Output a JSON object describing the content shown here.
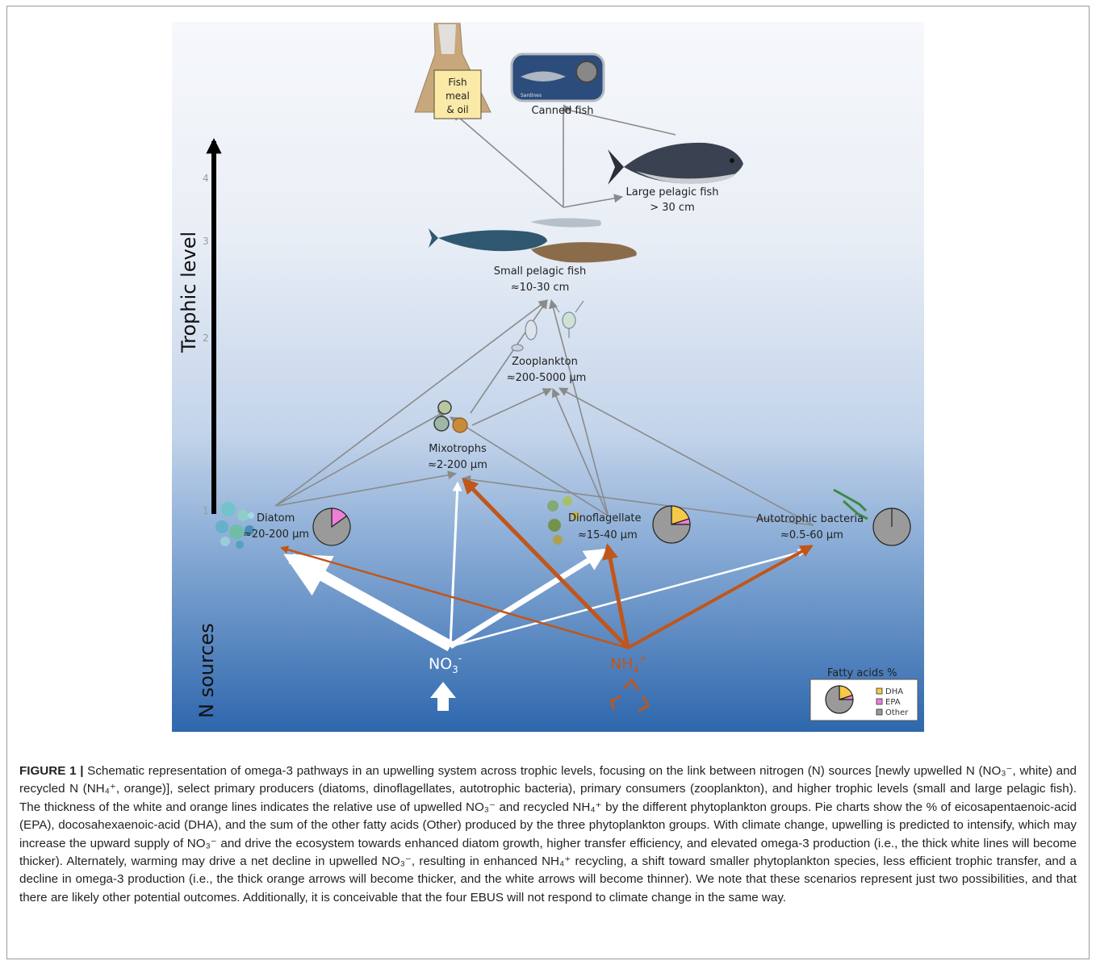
{
  "figure": {
    "axes": {
      "trophic_label": "Trophic level",
      "n_sources_label": "N sources",
      "ticks": [
        "1",
        "2",
        "3",
        "4"
      ]
    },
    "products": {
      "fishmeal_line1": "Fish",
      "fishmeal_line2": "meal",
      "fishmeal_line3": "& oil",
      "canned_label": "Canned fish",
      "can_brand": "Sardines"
    },
    "groups": {
      "large_fish_name": "Large pelagic fish",
      "large_fish_size": "> 30 cm",
      "small_fish_name": "Small pelagic fish",
      "small_fish_size": "≈10-30 cm",
      "zoo_name": "Zooplankton",
      "zoo_size": "≈200-5000 µm",
      "mixo_name": "Mixotrophs",
      "mixo_size": "≈2-200 µm",
      "diatom_name": "Diatom",
      "diatom_size": "≈20-200 µm",
      "dino_name": "Dinoflagellate",
      "dino_size": "≈15-40 µm",
      "bact_name": "Autotrophic bacteria",
      "bact_size": "≈0.5-60 µm"
    },
    "sources": {
      "no3_base": "NO",
      "no3_sub": "3",
      "no3_sup": "-",
      "nh4_base": "NH",
      "nh4_sub": "4",
      "nh4_sup": "+"
    },
    "legend": {
      "title": "Fatty acids %",
      "items": [
        "DHA",
        "EPA",
        "Other"
      ]
    },
    "colors": {
      "dha": "#f7c948",
      "epa": "#ef7fd6",
      "other": "#9a9a9a",
      "nh4_orange": "#c0561a",
      "no3_white": "#ffffff",
      "gradient_top": "#f4f7fb",
      "gradient_bottom": "#2f68ae"
    },
    "pies": [
      {
        "name": "Diatom",
        "dha": 0,
        "epa": 15,
        "other": 85
      },
      {
        "name": "Dinoflagellate",
        "dha": 20,
        "epa": 5,
        "other": 75
      },
      {
        "name": "Autotrophic bacteria",
        "dha": 0,
        "epa": 0,
        "other": 100
      }
    ]
  },
  "caption": {
    "label": "FIGURE 1 |",
    "text": " Schematic representation of omega-3 pathways in an upwelling system across trophic levels, focusing on the link between nitrogen (N) sources [newly upwelled N (NO₃⁻, white) and recycled N (NH₄⁺, orange)], select primary producers (diatoms, dinoflagellates, autotrophic bacteria), primary consumers (zooplankton), and higher trophic levels (small and large pelagic fish). The thickness of the white and orange lines indicates the relative use of upwelled NO₃⁻ and recycled NH₄⁺ by the different phytoplankton groups. Pie charts show the % of eicosapentaenoic-acid (EPA), docosahexaenoic-acid (DHA), and the sum of the other fatty acids (Other) produced by the three phytoplankton groups. With climate change, upwelling is predicted to intensify, which may increase the upward supply of NO₃⁻ and drive the ecosystem towards enhanced diatom growth, higher transfer efficiency, and elevated omega-3 production (i.e., the thick white lines will become thicker). Alternately, warming may drive a net decline in upwelled NO₃⁻, resulting in enhanced NH₄⁺ recycling, a shift toward smaller phytoplankton species, less efficient trophic transfer, and a decline in omega-3 production (i.e., the thick orange arrows will become thicker, and the white arrows will become thinner). We note that these scenarios represent just two possibilities, and that there are likely other potential outcomes. Additionally, it is conceivable that the four EBUS will not respond to climate change in the same way."
  }
}
